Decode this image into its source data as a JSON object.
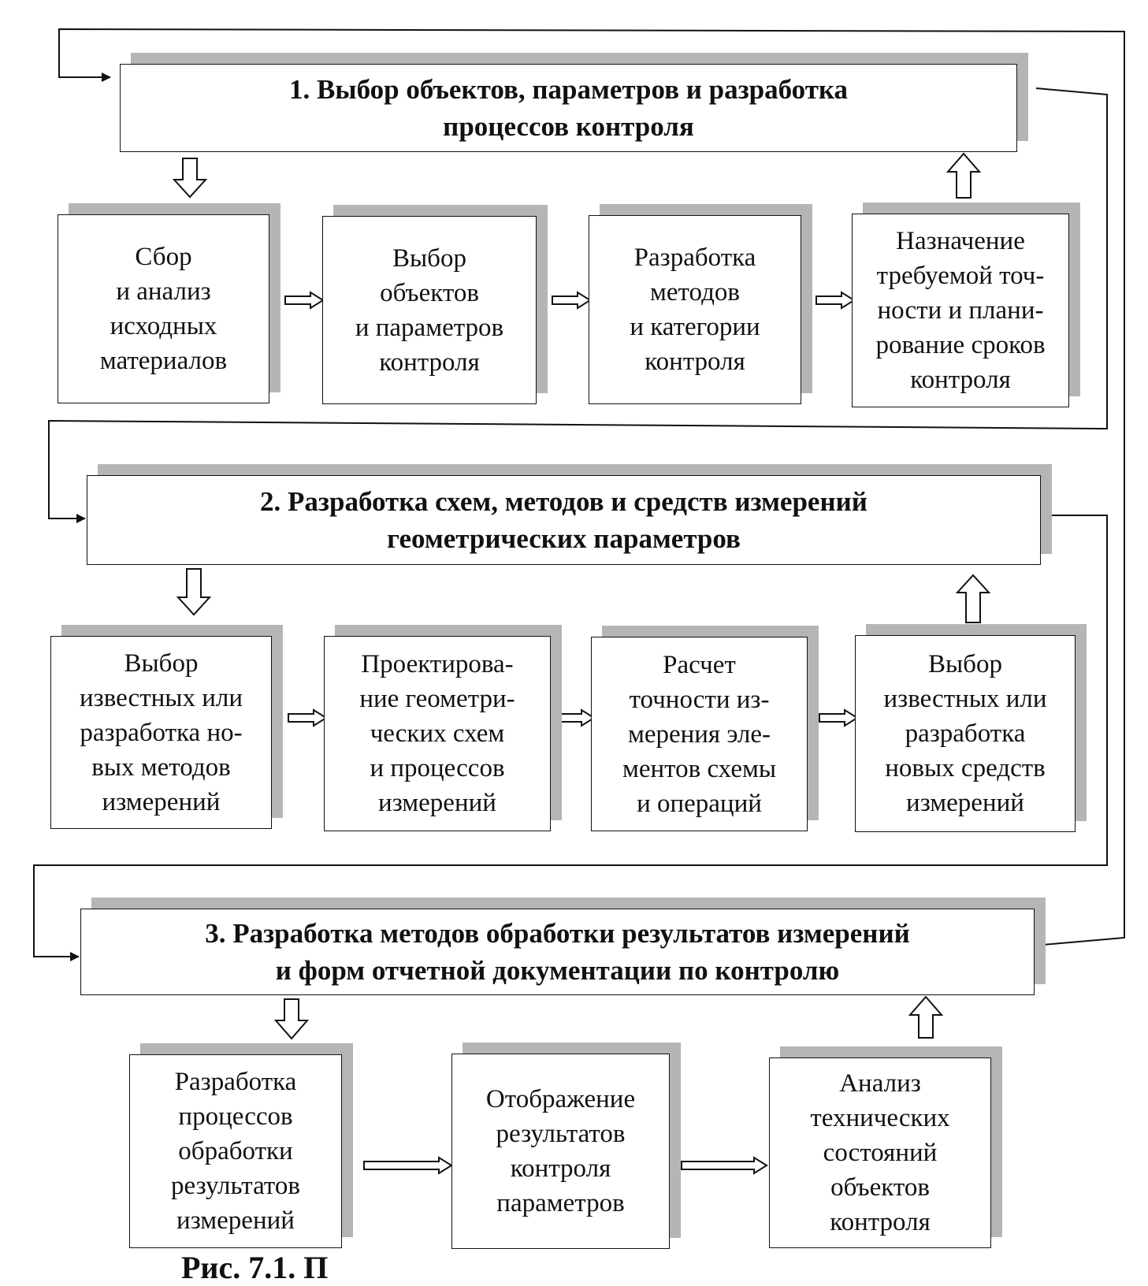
{
  "stages": [
    {
      "title_lines": [
        "1.  Выбор объектов, параметров и разработка",
        "процессов контроля"
      ],
      "steps": [
        {
          "lines": [
            "Сбор",
            "и анализ",
            "исходных",
            "материалов"
          ]
        },
        {
          "lines": [
            "Выбор",
            "объектов",
            "и параметров",
            "контроля"
          ]
        },
        {
          "lines": [
            "Разработка",
            "методов",
            "и категории",
            "контроля"
          ]
        },
        {
          "lines": [
            "Назначение",
            "требуемой точ-",
            "ности и плани-",
            "рование сроков",
            "контроля"
          ]
        }
      ]
    },
    {
      "title_lines": [
        "2. Разработка схем, методов и средств измерений",
        "геометрических параметров"
      ],
      "steps": [
        {
          "lines": [
            "Выбор",
            "известных или",
            "разработка но-",
            "вых методов",
            "измерений"
          ]
        },
        {
          "lines": [
            "Проектирова-",
            "ние геометри-",
            "ческих схем",
            "и процессов",
            "измерений"
          ]
        },
        {
          "lines": [
            "Расчет",
            "точности из-",
            "мерения эле-",
            "ментов схемы",
            "и операций"
          ]
        },
        {
          "lines": [
            "Выбор",
            "известных или",
            "разработка",
            "новых средств",
            "измерений"
          ]
        }
      ]
    },
    {
      "title_lines": [
        "3. Разработка методов обработки результатов измерений",
        "и форм отчетной документации по контролю"
      ],
      "steps": [
        {
          "lines": [
            "Разработка",
            "процессов",
            "обработки",
            "результатов",
            "измерений"
          ]
        },
        {
          "lines": [
            "Отображение",
            "результатов",
            "контроля",
            "параметров"
          ]
        },
        {
          "lines": [
            "Анализ",
            "технических",
            "состояний",
            "объектов",
            "контроля"
          ]
        }
      ]
    }
  ],
  "caption": "Рис. 7.1. П"
}
